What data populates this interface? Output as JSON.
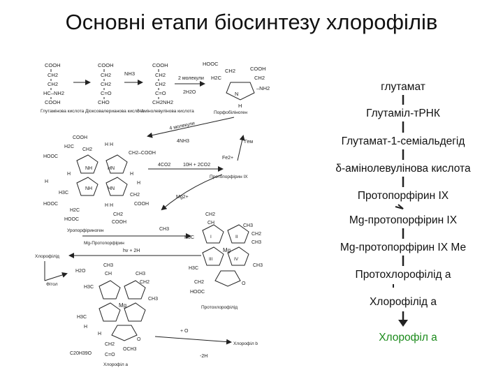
{
  "title": "Основні етапи біосинтезу хлорофілів",
  "pathway": {
    "steps": [
      "глутамат",
      "Глутаміл-тРНК",
      "Глутамат-1-семіальдегід",
      "δ-амінолевулінова кислота",
      "Протопорфірин ІХ",
      "Mg-протопорфірин ІХ",
      "Mg-протопорфірин ІХ Ме",
      "Протохлорофілід a",
      "Хлорофілід a",
      "Хлорофіл a"
    ],
    "final_color": "#1a8a1a",
    "arrow_color": "#222222"
  },
  "scheme": {
    "labels": {
      "glutamic_acid": "Глутамінова кислота",
      "dioxovaleric_acid": "Діоксовалерианова кислота",
      "ala": "δ-Амінолевулінова кислота",
      "porphobilinogen": "Порфобіліноген",
      "two_molecules": "2 молекули",
      "four_molecules": "4 молекули",
      "nh3": "NH3",
      "two_h2o": "2H2O",
      "four_nh3": "4NH3",
      "four_co2": "4CO2",
      "ten_h_two_co2": "10H + 2CO2",
      "uroporphyrinogen": "Уропорфіриноген",
      "protoporphyrin_ix": "Протопорфірин IX",
      "mg_protoporphyrin": "Mg-Протопорфірин",
      "protochlorophyllide": "Протохлорофілід",
      "chlorophyllide": "Хлорофілід",
      "chlorophyll_a": "Хлорофіл a",
      "chlorophyll_b": "Хлорофіл b",
      "phytol": "Фітол",
      "hv_2h": "hv + 2H",
      "plus_o": "+ O",
      "minus_2h": "-2H",
      "heme": "Гем",
      "fe": "Fe2+",
      "mg": "Mg2+",
      "ch3": "CH3",
      "h2o": "H2O",
      "phytyl": "C20H39O"
    }
  }
}
